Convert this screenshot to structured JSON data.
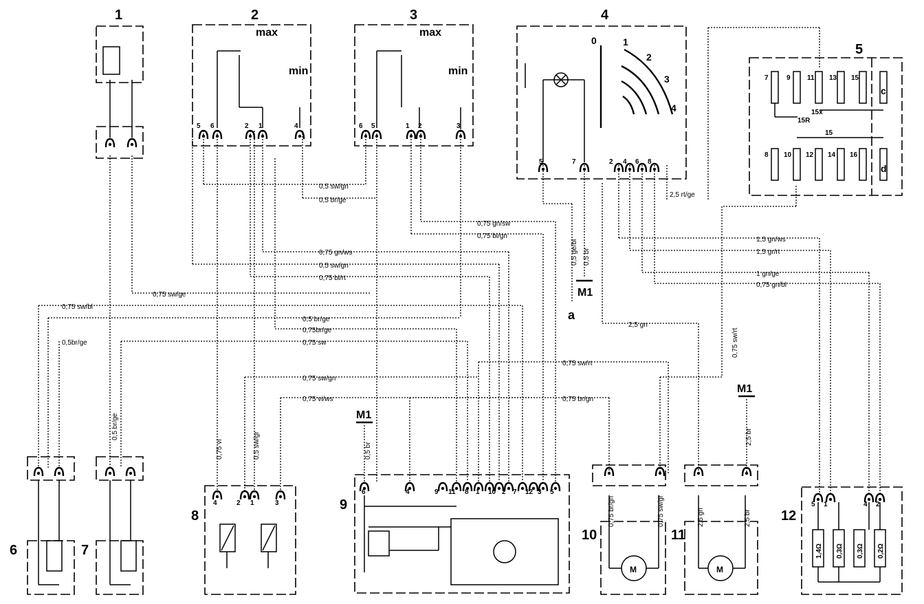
{
  "components": {
    "c1": "1",
    "c2": "2",
    "c3": "3",
    "c4": "4",
    "c5": "5",
    "c6": "6",
    "c7": "7",
    "c8": "8",
    "c9": "9",
    "c10": "10",
    "c11": "11",
    "c12": "12"
  },
  "labels": {
    "max": "max",
    "min": "min",
    "m1": "M1",
    "a": "a",
    "c": "c",
    "d": "d",
    "f15x": "15x",
    "f15r": "15R",
    "f15": "15",
    "motor": "M"
  },
  "switch_positions": {
    "p0": "0",
    "p1": "1",
    "p2": "2",
    "p3": "3",
    "p4": "4"
  },
  "fuses": {
    "top": [
      "7",
      "9",
      "11",
      "13",
      "15"
    ],
    "bottom": [
      "8",
      "10",
      "12",
      "14",
      "16"
    ]
  },
  "wires": {
    "w1": "0,5 sw/gn",
    "w2": "0,5 br/ge",
    "w3": "0,75 gn/sw",
    "w4": "0,75 bl/gn",
    "w5": "0,75 gn/ws",
    "w6": "0,5 sw/gn",
    "w7": "0,75 bl/rt",
    "w8": "0,75 sw/ge",
    "w9": "0,75 sw/bl",
    "w10": "0,5 br/ge",
    "w11": "0,75br/ge",
    "w12": "0,75 sw",
    "w13": "0,5br/ge",
    "w14": "0,75 sw/rt",
    "w15": "0,75 sw/gn",
    "w16": "0,75 vi/ws",
    "w17": "0,75 br/gn",
    "w18": "2,5 rt/ge",
    "w19": "1,5 gn/ws",
    "w20": "1,5 gr/rt",
    "w21": "1 gn/ge",
    "w22": "0,75 gn/bl",
    "w23": "2,5 gn",
    "v1": "0,5 br/ge",
    "v2": "0,75 vi",
    "v3": "0,5 sw/gr",
    "v4": "0,5 br",
    "v5": "0,5 ge/bl",
    "v6": "0,5 br",
    "v7": "0,75 sw/rt",
    "v8": "2,5 br",
    "v9": "0,75 br/gn",
    "v10": "0,75 sw/gr",
    "v11": "2,5 gn",
    "v12": "2,5 br"
  },
  "pins": {
    "comp2": [
      "5",
      "6",
      "2",
      "1",
      "4"
    ],
    "comp3": [
      "6",
      "5",
      "1",
      "2",
      "3"
    ],
    "comp4": [
      "5",
      "7",
      "2",
      "4",
      "6",
      "8"
    ],
    "comp8": [
      "4",
      "2",
      "1",
      "3"
    ],
    "comp9": [
      "6",
      "4",
      "9",
      "11",
      "8",
      "1",
      "10",
      "2",
      "7",
      "12",
      "3",
      "5"
    ],
    "comp12": [
      "5",
      "1",
      "4",
      "2"
    ]
  },
  "resistors": [
    "1,4Ω",
    "0,3Ω",
    "0,3Ω",
    "0,2Ω"
  ]
}
